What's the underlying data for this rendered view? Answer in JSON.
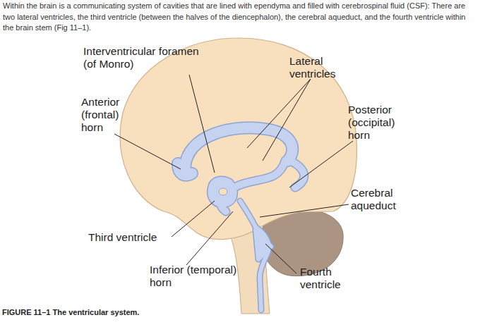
{
  "diagram": {
    "caption": "FIGURE 11–1 The ventricular system.",
    "labels": [
      "Within the brain is a communicating system of cavities that are lined with ependyma and filled with cerebrospinal fluid (CSF): There are two lateral ventricles, the third ventricle (between the halves of the diencephalon), the cerebral aqueduct, and the fourth ventricle within the brain stem (Fig 11–1).",
      "Interventricular foramen (of Monro)",
      "Lateral ventricles",
      "Anterior (frontal) horn",
      "Posterior (occipital) horn",
      "Cerebral aqueduct",
      "Third ventricle",
      "Inferior (temporal) horn",
      "Fourth ventricle"
    ]
  }
}
